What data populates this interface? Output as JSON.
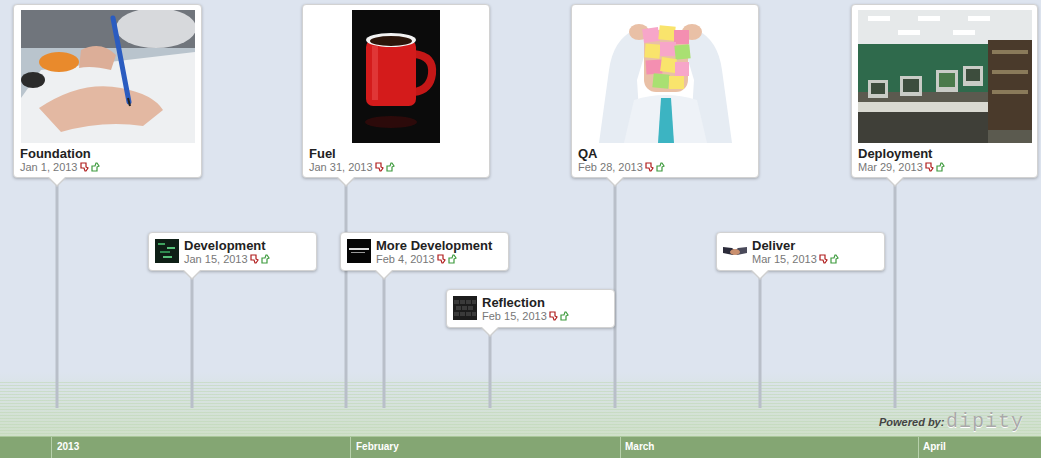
{
  "diagram": {
    "nodes": [
      {
        "text": [
          "Foundation",
          "Jan 1, 2013"
        ]
      },
      {
        "text": [
          "Development",
          "Jan 15, 2013"
        ]
      },
      {
        "text": [
          "Fuel",
          "Jan 31, 2013"
        ]
      },
      {
        "text": [
          "More Development",
          "Feb 4, 2013"
        ]
      },
      {
        "text": [
          "Reflection",
          "Feb 15, 2013"
        ]
      },
      {
        "text": [
          "QA",
          "Feb 28, 2013"
        ]
      },
      {
        "text": [
          "Deliver",
          "Mar 15, 2013"
        ]
      },
      {
        "text": [
          "Deployment",
          "Mar 29, 2013"
        ]
      }
    ],
    "labels": [
      "Powered by:",
      "dipity",
      "2013",
      "February",
      "March",
      "April"
    ]
  }
}
